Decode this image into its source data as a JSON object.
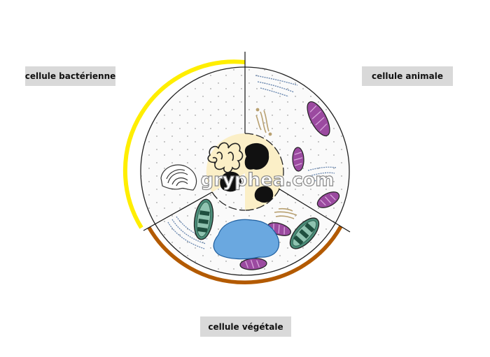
{
  "labels": {
    "bacterial": "cellule bactérienne",
    "animal": "cellule animale",
    "plant": "cellule végétale"
  },
  "watermark": "gryphea.com",
  "colors": {
    "bacterial_wall": "#ffee00",
    "plant_wall": "#b35a00",
    "nucleus_fill": "#fbefc7",
    "chromatin": "#111111",
    "vacuole": "#6aa8e0",
    "mitochondria": "#9b4aa0",
    "chloroplast": "#4a8c78",
    "reticulum": "#6a88b0",
    "golgi": "#b8a070",
    "cytoplasm": "#fafafa"
  }
}
